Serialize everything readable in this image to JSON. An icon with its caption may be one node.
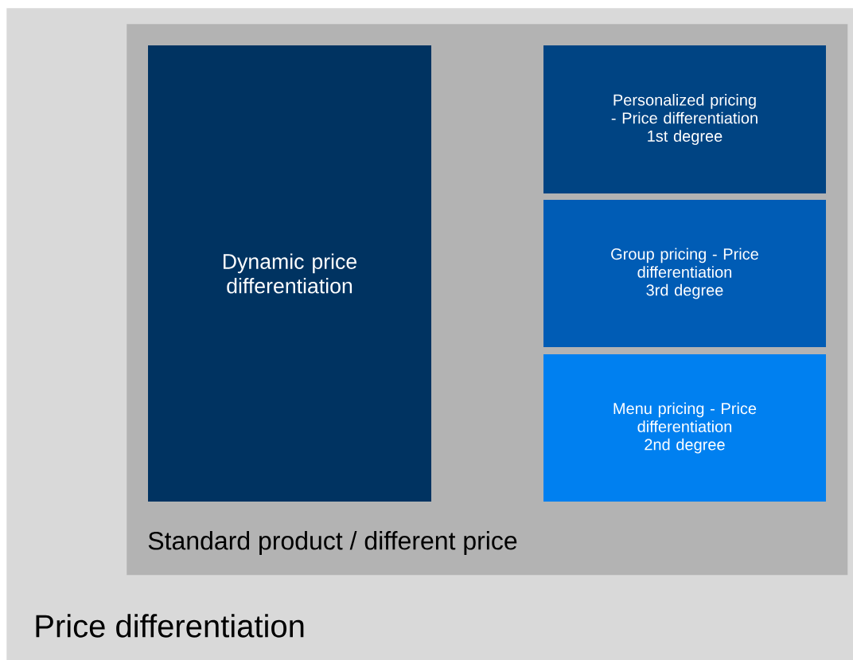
{
  "diagram": {
    "nodes": [
      {
        "text": [
          "Price differentiation"
        ]
      },
      {
        "text": [
          "Standard product / different price"
        ],
        "in": 0
      },
      {
        "text": [
          "Dynamic price differentiation"
        ],
        "in": 1
      },
      {
        "text": [
          "Personalized pricing - Price differentiation 1st degree"
        ],
        "in": 1
      },
      {
        "text": [
          "Group pricing - Price differentiation 3rd degree"
        ],
        "in": 1
      },
      {
        "text": [
          "Menu pricing - Price differentiation 2nd degree"
        ],
        "in": 1
      }
    ]
  }
}
